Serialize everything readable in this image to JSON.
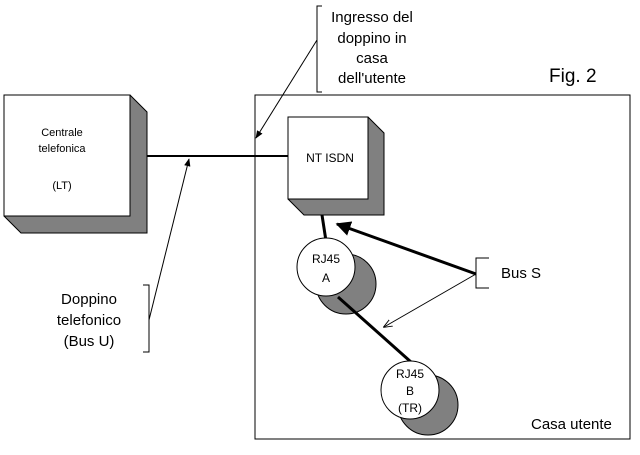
{
  "figure_label": "Fig. 2",
  "house": {
    "label": "Casa utente"
  },
  "central": {
    "line1": "Centrale",
    "line2": "telefonica",
    "line3": "(LT)"
  },
  "nt": {
    "label": "NT ISDN"
  },
  "rj45_a": {
    "line1": "RJ45",
    "line2": "A"
  },
  "rj45_b": {
    "line1": "RJ45",
    "line2": "B",
    "line3": "(TR)"
  },
  "entry_note": {
    "line1": "Ingresso del",
    "line2": "doppino in",
    "line3": "casa",
    "line4": "dell'utente"
  },
  "busu_note": {
    "line1": "Doppino",
    "line2": "telefonico",
    "line3": "(Bus U)"
  },
  "buss_note": {
    "label": "Bus S"
  }
}
